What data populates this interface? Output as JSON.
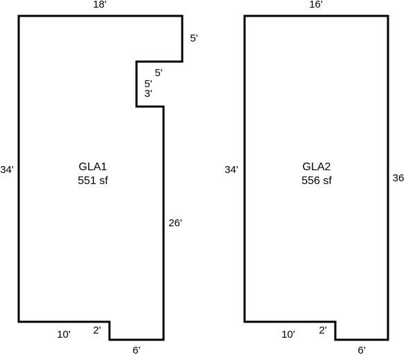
{
  "colors": {
    "background": "#ffffff",
    "stroke": "#000000"
  },
  "floors": [
    {
      "label": "GLA1",
      "area": "551 sf",
      "dimensions": {
        "top": "18'",
        "left": "34'",
        "notch_right": "5'",
        "notch_top": "5'",
        "notch_left_a": "5'",
        "notch_left_b": "3'",
        "right": "26'",
        "bottom_left": "10'",
        "bottom_step": "2'",
        "bottom_right": "6'"
      }
    },
    {
      "label": "GLA2",
      "area": "556 sf",
      "dimensions": {
        "top": "16'",
        "left": "34'",
        "right": "36",
        "bottom_left": "10'",
        "bottom_step": "2'",
        "bottom_right": "6'"
      }
    }
  ]
}
